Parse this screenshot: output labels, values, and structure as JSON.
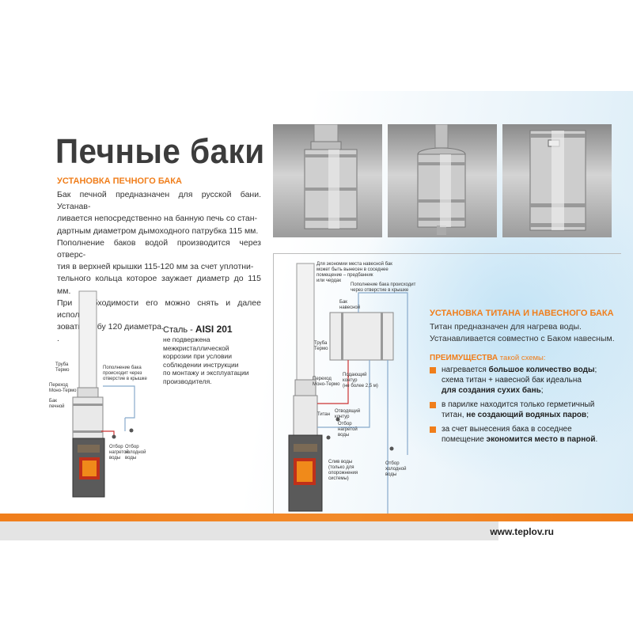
{
  "title": "Печные баки",
  "section1": {
    "heading": "Установка печного бака",
    "lines": [
      "Бак печной предназначен для русской бани. Устанав-",
      "ливается непосредственно на банную печь со стан-",
      "дартным диаметром дымоходного патрубка 115 мм.",
      "Пополнение баков водой производится через отверс-",
      "тия в верхней крышки 115-120 мм за счет уплотни-",
      "тельного кольца которое заужает диаметр до 115 мм.",
      "При необходимости его можно снять и далее исполь-",
      "зовать трубу 120 диаметра.",
      "."
    ]
  },
  "steel": {
    "prefix": "Сталь - ",
    "grade": "AISI 201",
    "desc": [
      "не подвержена",
      "межкристаллической",
      "коррозии при условии",
      "соблюдении инструкции",
      "по монтажу и эксплуатации",
      "производителя."
    ]
  },
  "diagram1": {
    "refill": [
      "Пополнение бака",
      "происходит через",
      "отверстие в крышке"
    ],
    "pipe": [
      "Труба",
      "Термо"
    ],
    "adapter": [
      "Переход",
      "Моно-Термо"
    ],
    "tank": [
      "Бак",
      "печной"
    ],
    "hot": [
      "Отбор",
      "нагретой",
      "воды"
    ],
    "cold": [
      "Отбор",
      "холодной",
      "воды"
    ]
  },
  "diagram2": {
    "note": [
      "Для экономии места навесной бак",
      "может быть вынесен в соседнее",
      "помещение – предбанник",
      "или чердак"
    ],
    "refill": [
      "Пополнение бака происходит",
      "через отверстие в крышке"
    ],
    "hanging": [
      "Бак",
      "навесной"
    ],
    "pipe": [
      "Труба",
      "Термо"
    ],
    "adapter": [
      "Переход",
      "Моно-Термо"
    ],
    "supply": [
      "Подающий",
      "контур",
      "(не более 2,5 м)"
    ],
    "return": [
      "Отводящий",
      "контур"
    ],
    "titan": "Титан",
    "hot": [
      "Отбор",
      "нагретой",
      "воды"
    ],
    "drain": [
      "Слив воды",
      "(только для",
      "опорожнения",
      "системы)"
    ],
    "cold": [
      "Отбор",
      "холодной",
      "воды"
    ]
  },
  "section2": {
    "heading": "Установка титана и навесного бака",
    "lines": [
      "Титан предназначен для нагрева воды.",
      "Устанавливается совместно с Баком навесным."
    ]
  },
  "advantages": {
    "heading": "Преимущества",
    "heading_small": " такой схемы:",
    "items": [
      {
        "pre": "нагревается ",
        "bold": "большое количество воды",
        "post": ";",
        "line2_pre": "схема титан + навесной бак идеальна",
        "line3_bold": "для создания сухих бань",
        "line3_post": ";"
      },
      {
        "pre": "в парилке находится только герметичный",
        "line2_pre": "титан, ",
        "line2_bold": "не создающий водяных паров",
        "line2_post": ";"
      },
      {
        "pre": "за счет вынесения бака в соседнее",
        "line2_pre": "помещение ",
        "line2_bold": "экономится место в парной",
        "line2_post": "."
      }
    ]
  },
  "footer": {
    "url": "www.teplov.ru"
  },
  "colors": {
    "accent": "#f07e1b",
    "text": "#333333",
    "bg_blue": "#d9ecf7"
  }
}
